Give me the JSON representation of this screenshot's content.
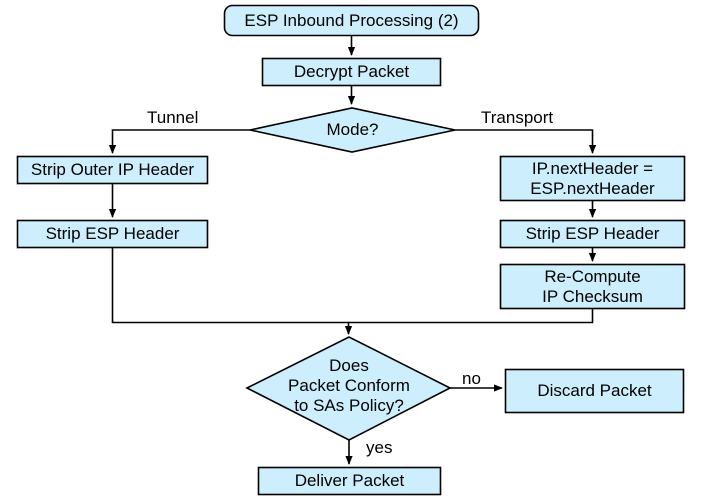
{
  "diagram": {
    "title": "ESP Inbound Processing (2)",
    "type": "flowchart",
    "colors": {
      "node_fill": "#cdeefc",
      "node_stroke": "#000000",
      "edge_stroke": "#000000",
      "text": "#000000",
      "background": "#ffffff"
    },
    "nodes": [
      {
        "id": "start",
        "shape": "rounded-rectangle",
        "label": "ESP Inbound Processing (2)",
        "lines": [
          "ESP Inbound Processing (2)"
        ]
      },
      {
        "id": "decrypt",
        "shape": "rectangle",
        "label": "Decrypt Packet",
        "lines": [
          "Decrypt Packet"
        ]
      },
      {
        "id": "mode",
        "shape": "diamond",
        "label": "Mode?",
        "lines": [
          "Mode?"
        ]
      },
      {
        "id": "strip-outer-ip",
        "shape": "rectangle",
        "label": "Strip Outer IP Header",
        "lines": [
          "Strip Outer IP Header"
        ]
      },
      {
        "id": "strip-esp-left",
        "shape": "rectangle",
        "label": "Strip ESP Header",
        "lines": [
          "Strip ESP Header"
        ]
      },
      {
        "id": "nextheader",
        "shape": "rectangle",
        "label": "IP.nextHeader = ESP.nextHeader",
        "lines": [
          "IP.nextHeader =",
          "ESP.nextHeader"
        ]
      },
      {
        "id": "strip-esp-right",
        "shape": "rectangle",
        "label": "Strip ESP Header",
        "lines": [
          "Strip ESP Header"
        ]
      },
      {
        "id": "recompute",
        "shape": "rectangle",
        "label": "Re-Compute IP Checksum",
        "lines": [
          "Re-Compute",
          "IP Checksum"
        ]
      },
      {
        "id": "conform",
        "shape": "diamond",
        "label": "Does Packet Conform to SAs Policy?",
        "lines": [
          "Does",
          "Packet Conform",
          "to SAs Policy?"
        ]
      },
      {
        "id": "discard",
        "shape": "rectangle",
        "label": "Discard Packet",
        "lines": [
          "Discard Packet"
        ]
      },
      {
        "id": "deliver",
        "shape": "rectangle",
        "label": "Deliver Packet",
        "lines": [
          "Deliver Packet"
        ]
      }
    ],
    "edge_labels": {
      "tunnel": "Tunnel",
      "transport": "Transport",
      "no": "no",
      "yes": "yes"
    },
    "edges": [
      {
        "from": "start",
        "to": "decrypt",
        "label": ""
      },
      {
        "from": "decrypt",
        "to": "mode",
        "label": ""
      },
      {
        "from": "mode",
        "to": "strip-outer-ip",
        "label": "Tunnel"
      },
      {
        "from": "mode",
        "to": "nextheader",
        "label": "Transport"
      },
      {
        "from": "strip-outer-ip",
        "to": "strip-esp-left",
        "label": ""
      },
      {
        "from": "strip-esp-left",
        "to": "conform",
        "label": ""
      },
      {
        "from": "nextheader",
        "to": "strip-esp-right",
        "label": ""
      },
      {
        "from": "strip-esp-right",
        "to": "recompute",
        "label": ""
      },
      {
        "from": "recompute",
        "to": "conform",
        "label": ""
      },
      {
        "from": "conform",
        "to": "discard",
        "label": "no"
      },
      {
        "from": "conform",
        "to": "deliver",
        "label": "yes"
      }
    ]
  }
}
